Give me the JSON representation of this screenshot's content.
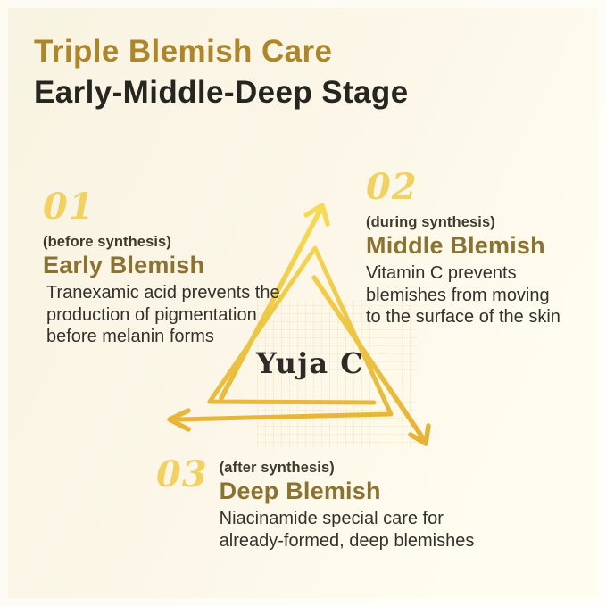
{
  "header": {
    "title": "Triple Blemish Care",
    "subtitle": "Early-Middle-Deep Stage"
  },
  "diagram": {
    "center_label": "Yuja C",
    "arrow_color_light": "#f7dc55",
    "arrow_color_dark": "#e5b134",
    "grid_color": "#e7d89e"
  },
  "stages": [
    {
      "number": "01",
      "phase": "(before synthesis)",
      "title": "Early Blemish",
      "description_lines": [
        "Tranexamic acid prevents the",
        "production of pigmentation",
        "before melanin forms"
      ]
    },
    {
      "number": "02",
      "phase": "(during synthesis)",
      "title": "Middle Blemish",
      "description_lines": [
        "Vitamin C prevents",
        "blemishes from moving",
        "to the surface of the skin"
      ]
    },
    {
      "number": "03",
      "phase": "(after synthesis)",
      "title": "Deep Blemish",
      "description_lines": [
        "Niacinamide special care for",
        "already-formed, deep blemishes"
      ]
    }
  ],
  "colors": {
    "background_top": "#f8f3e1",
    "background_bottom": "#fffdf0",
    "title_gold": "#ac8629",
    "subtitle_dark": "#262621",
    "stage_number_yellow": "#f1d160",
    "stage_title_olive": "#8a7231",
    "phase_label": "#3e3b2c",
    "body_text": "#32312b",
    "center_label_dark": "#2d2b26"
  }
}
